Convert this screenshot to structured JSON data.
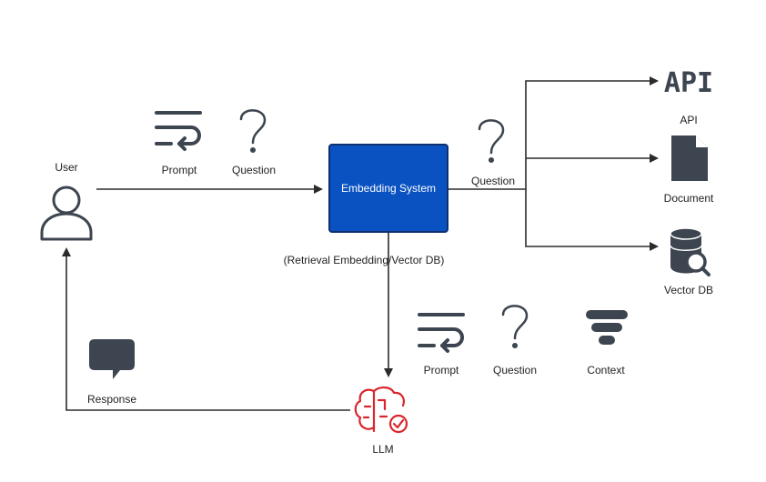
{
  "nodes": {
    "user": "User",
    "prompt_top": "Prompt",
    "question_top": "Question",
    "embedding_system": "Embedding System",
    "embedding_caption": "(Retrieval Embedding/Vector DB)",
    "question_right": "Question",
    "api_logo": "API",
    "api": "API",
    "document": "Document",
    "vector_db": "Vector DB",
    "prompt_bottom": "Prompt",
    "question_bottom": "Question",
    "context": "Context",
    "response": "Response",
    "llm": "LLM"
  },
  "colors": {
    "box_fill": "#0a52c2",
    "box_border": "#0f2f6e",
    "icon_dark": "#3d4550",
    "llm_red": "#d8262c",
    "line": "#2b2b2b"
  },
  "icons": {
    "user": "user-icon",
    "prompt": "text-wrap-icon",
    "question": "question-mark-icon",
    "api": "api-logo-icon",
    "document": "document-icon",
    "vector_db": "database-search-icon",
    "context": "funnel-icon",
    "response": "chat-bubble-icon",
    "llm": "brain-check-icon"
  }
}
